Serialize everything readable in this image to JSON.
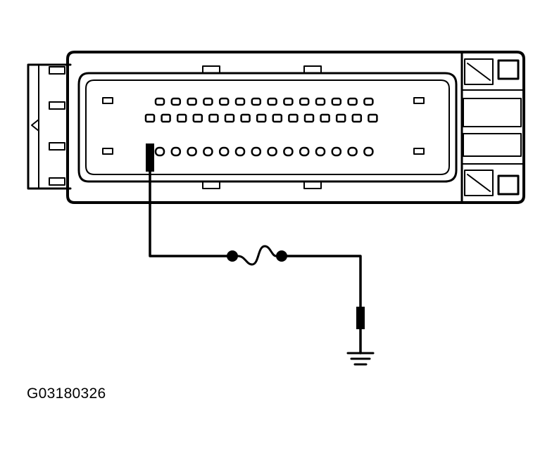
{
  "figure_code": "G03180326",
  "diagram": {
    "stroke_color": "#000000",
    "background": "#ffffff",
    "components": [
      "connector",
      "wire",
      "fuse",
      "ground"
    ],
    "connector": {
      "upper_row_pin_count": 14,
      "middle_row_pin_count": 15,
      "lower_row_pin_count": 14
    }
  }
}
